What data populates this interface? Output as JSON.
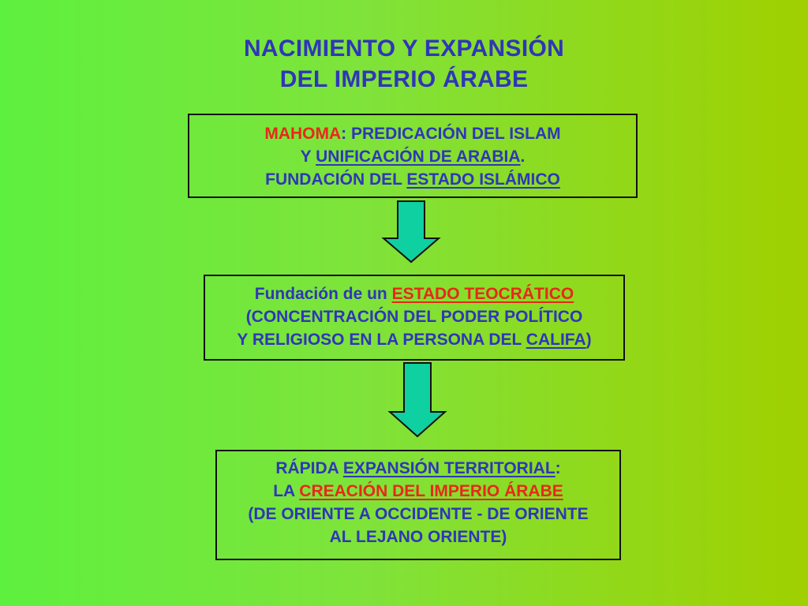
{
  "title": {
    "line1": "NACIMIENTO Y EXPANSIÓN",
    "line2": "DEL IMPERIO ÁRABE"
  },
  "box1": {
    "l1_a": "MAHOMA",
    "l1_b": ": PREDICACIÓN DEL ISLAM",
    "l2_a": "Y ",
    "l2_b": "UNIFICACIÓN DE ARABIA",
    "l2_c": ".",
    "l3_a": "FUNDACIÓN DEL ",
    "l3_b": "ESTADO ISLÁMICO"
  },
  "box2": {
    "l1_a": "Fundación de un ",
    "l1_b": "ESTADO TEOCRÁTICO",
    "l2": "(CONCENTRACIÓN DEL PODER POLÍTICO",
    "l3_a": "Y RELIGIOSO EN LA PERSONA DEL ",
    "l3_b": "CALIFA",
    "l3_c": ")"
  },
  "box3": {
    "l1_a": "RÁPIDA ",
    "l1_b": "EXPANSIÓN TERRITORIAL",
    "l1_c": ":",
    "l2_a": "LA ",
    "l2_b": "CREACIÓN DEL IMPERIO ÁRABE",
    "l3": "(DE ORIENTE A OCCIDENTE - DE ORIENTE",
    "l4": "AL LEJANO ORIENTE)"
  },
  "colors": {
    "text_blue": "#2f36b8",
    "highlight_red": "#e8281a",
    "arrow_fill": "#0fd0a0",
    "border": "#111111"
  }
}
